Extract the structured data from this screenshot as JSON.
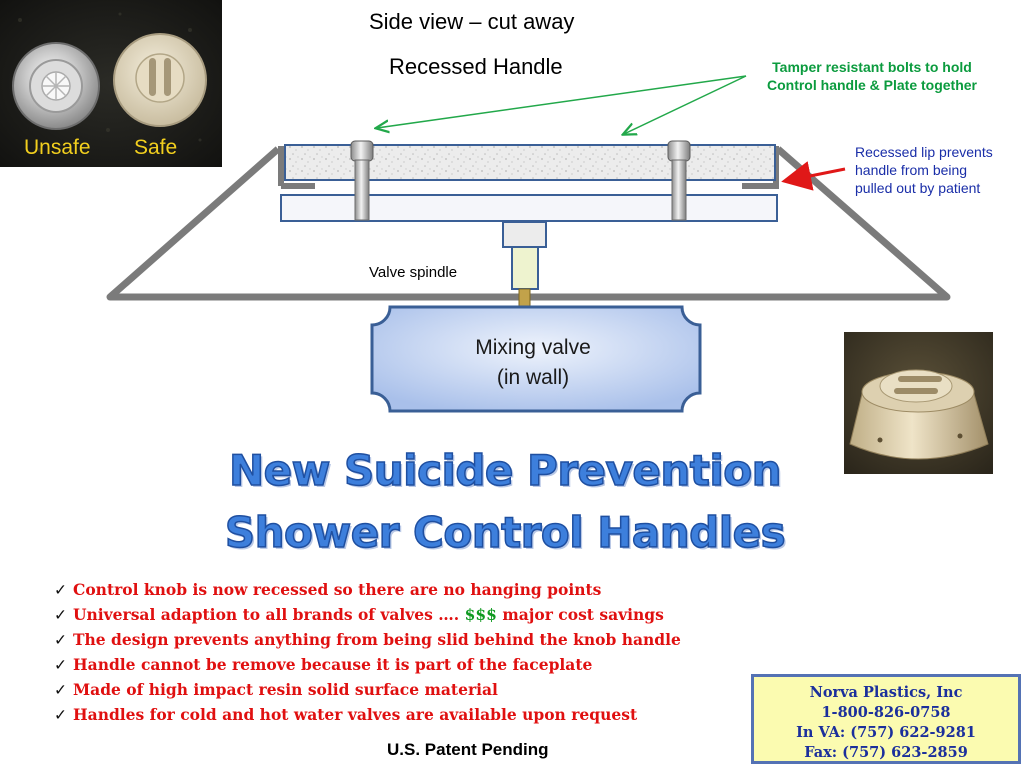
{
  "photos": {
    "top": {
      "left_caption": "Unsafe",
      "right_caption": "Safe"
    },
    "side": {
      "subject": "safe-handle-photo"
    }
  },
  "diagram": {
    "title_line1": "Side view – cut away",
    "title_line2": "Recessed Handle",
    "tamper_note_line1": "Tamper resistant bolts to hold",
    "tamper_note_line2": "Control handle & Plate together",
    "lip_note_line1": "Recessed lip prevents",
    "lip_note_line2": "handle from being",
    "lip_note_line3": "pulled out by patient",
    "spindle_label": "Valve spindle",
    "valve_line1": "Mixing valve",
    "valve_line2": "(in wall)"
  },
  "headline": {
    "line1": "New Suicide Prevention",
    "line2": "Shower Control Handles"
  },
  "bullets": [
    {
      "text": "Control knob is now recessed so there are no hanging points"
    },
    {
      "pre": "Universal adaption to all brands of valves …. ",
      "money": "$$$",
      "post": " major cost savings"
    },
    {
      "text": "The design prevents anything from being slid behind the knob handle"
    },
    {
      "text": "Handle cannot be remove because it is part of the faceplate"
    },
    {
      "text": "Made of high impact resin solid surface material"
    },
    {
      "text": "Handles for cold and hot water valves are available upon request"
    }
  ],
  "check_glyph": "✓",
  "patent": "U.S. Patent Pending",
  "contact": {
    "company": "Norva Plastics, Inc",
    "phone": "1-800-826-0758",
    "va_phone": "In VA: (757) 622-9281",
    "fax": "Fax: (757) 623-2859"
  },
  "colors": {
    "bullet_text": "#e01010",
    "money": "#0f9a20",
    "tamper_note": "#0b9b3e",
    "lip_note": "#1a2ea8",
    "headline": "#3d7fdc",
    "contact_bg": "#fbfbb0"
  }
}
